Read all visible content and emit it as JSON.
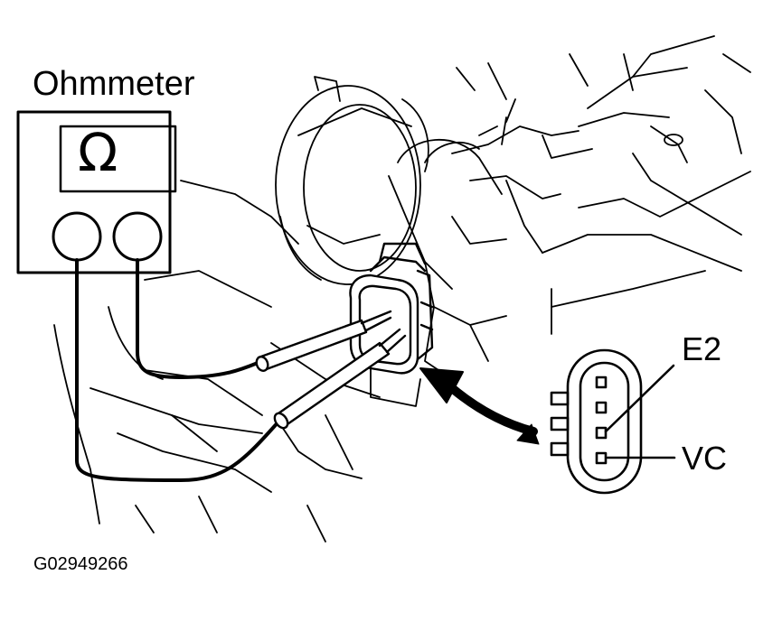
{
  "labels": {
    "meter": "Ohmmeter",
    "meter_symbol": "Ω",
    "terminal_upper": "E2",
    "terminal_lower": "VC",
    "figure_code": "G02949266"
  },
  "colors": {
    "ink": "#000000",
    "paper": "#ffffff"
  }
}
